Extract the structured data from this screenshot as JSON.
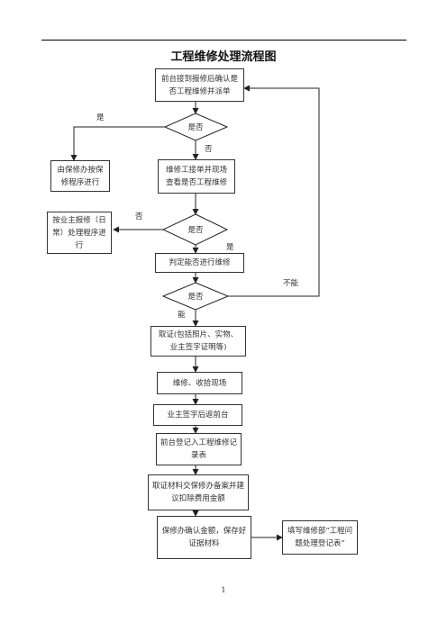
{
  "title": "工程维修处理流程图",
  "page_number": "1",
  "nodes": {
    "n1": "前台接到报修后确认是否工程维修并派单",
    "d1": "是否",
    "n_left1": "由保修办按保修程序进行",
    "n2": "维修工接单并现场查看是否工程维修",
    "n_left2": "按业主报修（日常）处理程序进行",
    "d2": "是否",
    "n3": "判定能否进行维修",
    "d3": "是否",
    "n4": "取证(包括照片、实物、业主签字证明等)",
    "n5": "维修、收拾现场",
    "n6": "业主签字后返前台",
    "n7": "前台登记入工程维修记录表",
    "n8": "取证材料交保修办备案并建议扣除费用金额",
    "n9": "保修办确认金额，保存好证据材料",
    "n_right": "填写维修部“工程问题处理登记表”"
  },
  "edge_labels": {
    "d1_yes": "是",
    "d1_no": "否",
    "d2_no": "否",
    "d2_yes": "是",
    "d3_cannot": "不能",
    "d3_can": "能"
  }
}
